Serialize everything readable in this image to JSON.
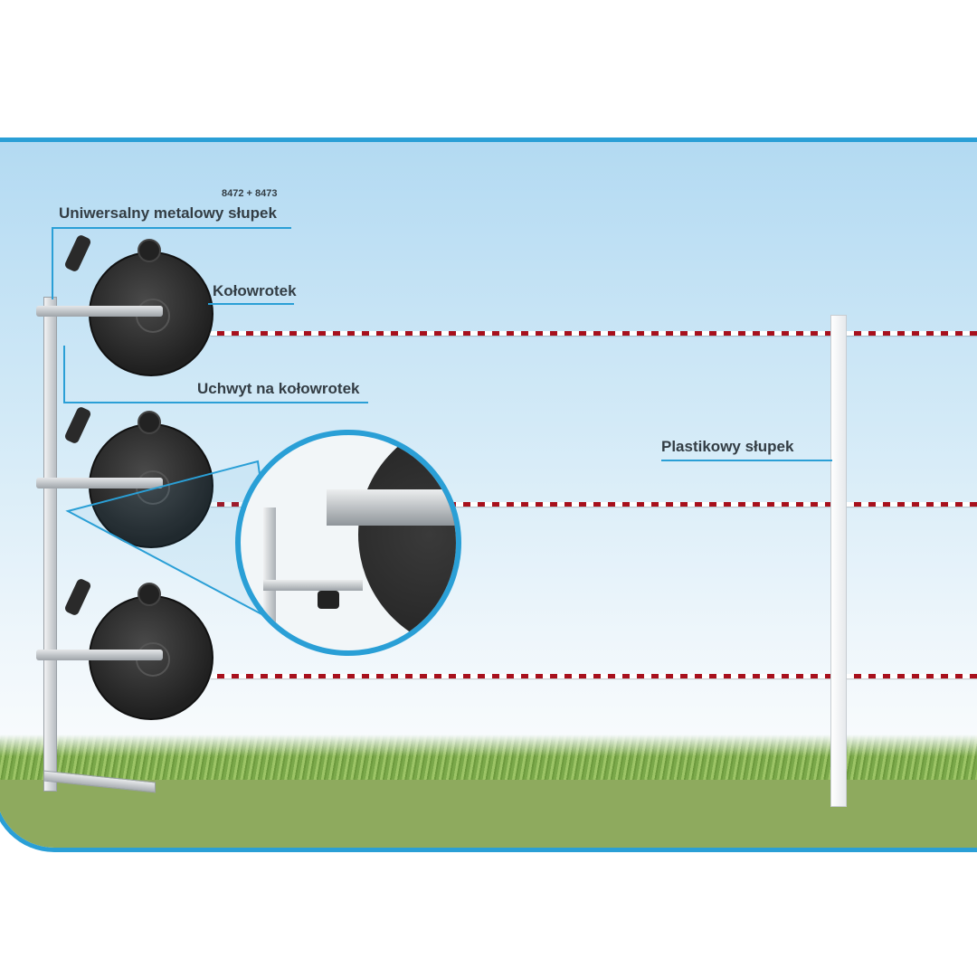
{
  "labels": {
    "product_codes": "8472 + 8473",
    "metal_post": "Uniwersalny metalowy słupek",
    "reel": "Kołowrotek",
    "reel_holder": "Uchwyt na kołowrotek",
    "plastic_post": "Plastikowy słupek"
  },
  "colors": {
    "accent": "#2a9fd6",
    "wire_red": "#a8101c",
    "ground": "#8eaa5e"
  }
}
